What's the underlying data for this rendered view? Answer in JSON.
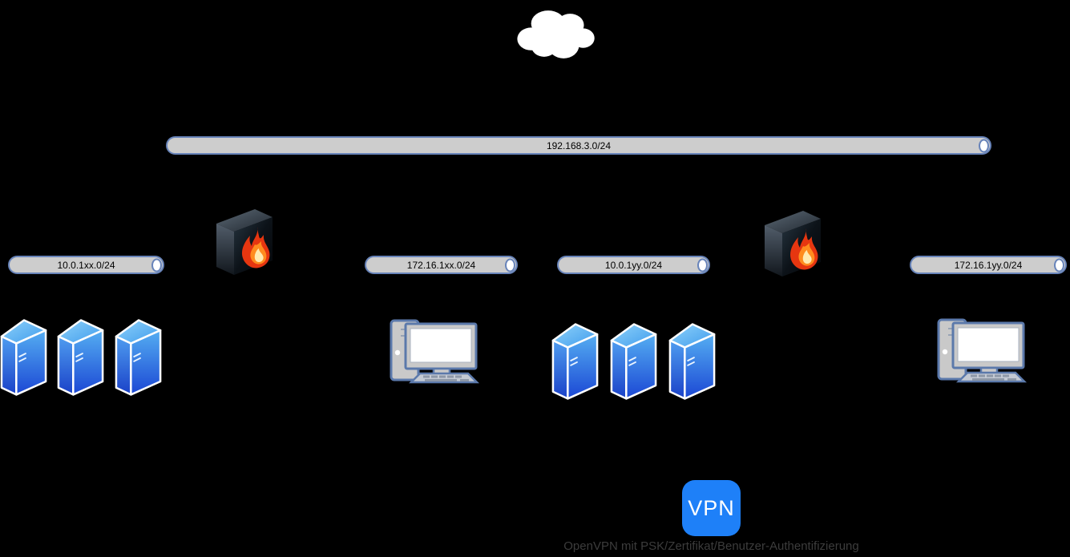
{
  "diagram": {
    "backbone": {
      "label": "192.168.3.0/24"
    },
    "segments": [
      {
        "label": "10.0.1xx.0/24"
      },
      {
        "label": "172.16.1xx.0/24"
      },
      {
        "label": "10.0.1yy.0/24"
      },
      {
        "label": "172.16.1yy.0/24"
      }
    ],
    "vpn": {
      "badge_label": "VPN",
      "caption": "OpenVPN mit PSK/Zertifikat/Benutzer-Authentifizierung"
    },
    "icons": {
      "cloud": "internet-cloud",
      "firewall": "firewall-3d-box-with-flame",
      "server": "server-tower-3d-blue",
      "workstation": "desktop-computer-with-monitor-keyboard",
      "vpn": "vpn-app-badge"
    },
    "colors": {
      "background": "#000000",
      "segment_fill": "#cdcdcd",
      "segment_border": "#6884ba",
      "segment_cap": "#ffffff",
      "server_blue_top": "#55aef2",
      "server_blue_bottom": "#1b47d4",
      "firewall_dark": "#1a212b",
      "flame_orange": "#ff8c1f",
      "workstation_gray": "#c9c9c9",
      "workstation_border": "#5b79ab",
      "vpn_blue": "#1e80f8",
      "caption_text": "#3c3c3c"
    }
  }
}
